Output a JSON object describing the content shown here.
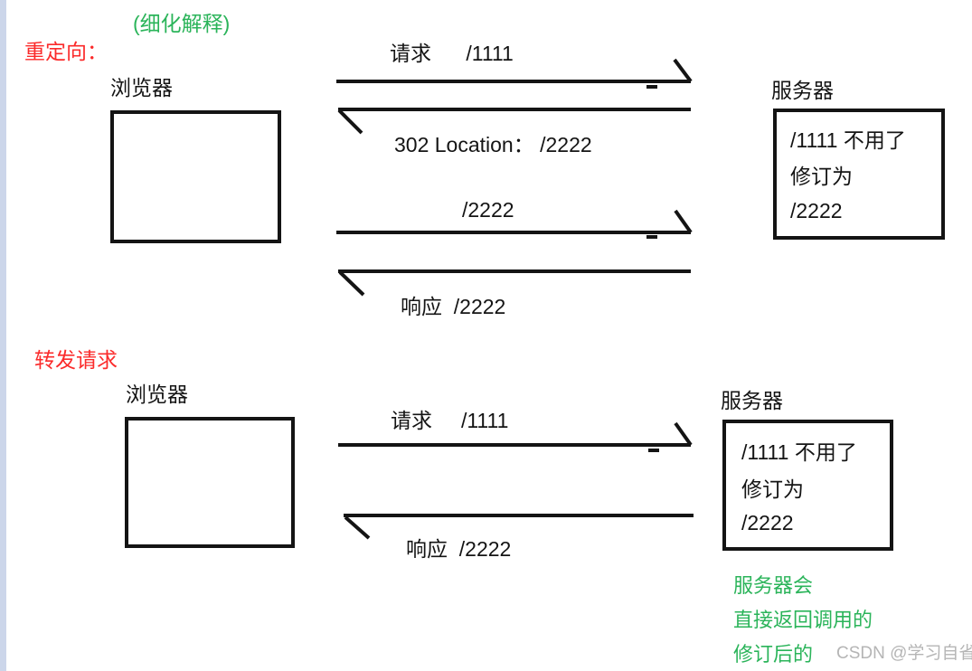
{
  "page": {
    "annotation_green": "(细化解释)",
    "watermark": "CSDN @学习自省"
  },
  "colors": {
    "ink": "#141414",
    "red": "#fb2b2b",
    "green": "#2bb45a",
    "watermark_gray": "#b5b5b5",
    "left_strip": "#ccd6ea"
  },
  "redirect": {
    "title": "重定向：",
    "browser_label": "浏览器",
    "server_label": "服务器",
    "server_note": {
      "line1": "/1111 不用了",
      "line2": "修订为",
      "line3": "/2222"
    },
    "arrows": [
      {
        "label": "请求      /1111",
        "direction": "right"
      },
      {
        "label": "302 Location： /2222",
        "direction": "left"
      },
      {
        "label": "/2222",
        "direction": "right"
      },
      {
        "label": "响应  /2222",
        "direction": "left"
      }
    ]
  },
  "forward": {
    "title": "转发请求",
    "browser_label": "浏览器",
    "server_label": "服务器",
    "server_note": {
      "line1": "/1111 不用了",
      "line2": "修订为",
      "line3": "/2222"
    },
    "arrows": [
      {
        "label": "请求     /1111",
        "direction": "right"
      },
      {
        "label": "响应  /2222",
        "direction": "left"
      }
    ],
    "green_note": {
      "line1": "服务器会",
      "line2": "直接返回调用的",
      "line3": "修订后的"
    }
  }
}
